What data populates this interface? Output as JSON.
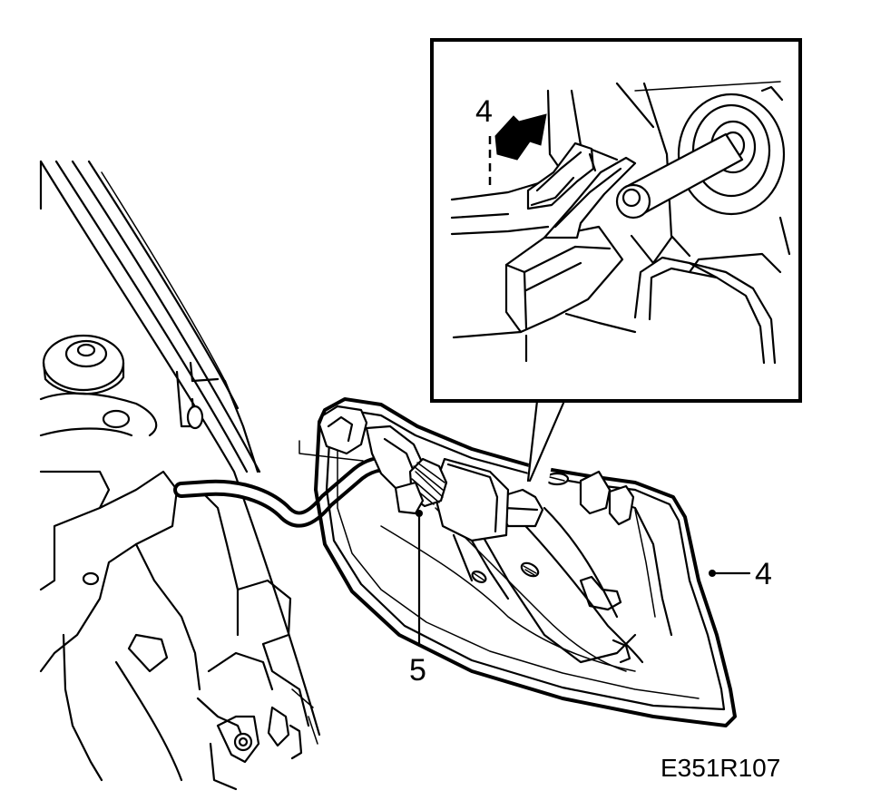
{
  "callouts": {
    "part_4_arrow_label": "4",
    "part_4_label": "4",
    "part_5_label": "5"
  },
  "figure_code": "E351R107",
  "colors": {
    "ink": "#000000",
    "paper": "#ffffff"
  }
}
